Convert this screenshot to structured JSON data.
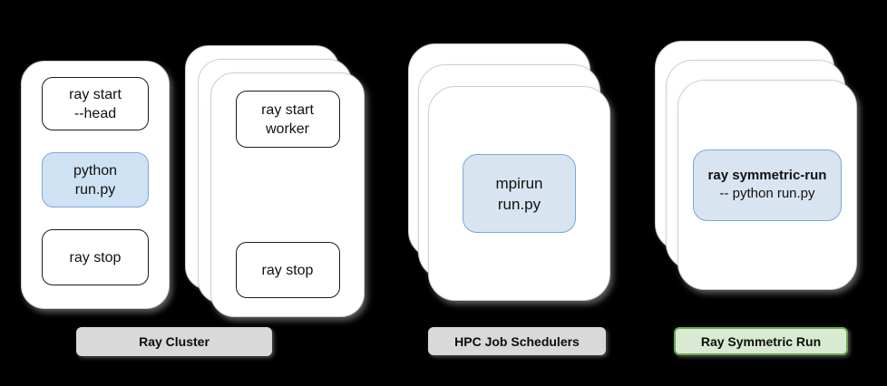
{
  "groups": [
    {
      "name": "head-node-card",
      "boxes": [
        {
          "lines": [
            "ray start",
            "--head"
          ],
          "highlight": false
        },
        {
          "lines": [
            "python",
            "run.py"
          ],
          "highlight": true
        },
        {
          "lines": [
            "ray stop"
          ],
          "highlight": false
        }
      ]
    },
    {
      "name": "worker-nodes-stack",
      "stack_count": 3,
      "boxes": [
        {
          "lines": [
            "ray start",
            "worker"
          ],
          "highlight": false
        },
        {
          "lines": [
            "ray stop"
          ],
          "highlight": false
        }
      ]
    },
    {
      "name": "hpc-job-schedulers-stack",
      "stack_count": 3,
      "boxes": [
        {
          "lines": [
            "mpirun",
            "run.py"
          ],
          "highlight": true
        }
      ]
    },
    {
      "name": "ray-symmetric-run-stack",
      "stack_count": 3,
      "boxes": [
        {
          "lines": [
            "ray symmetric-run",
            "-- python run.py"
          ],
          "highlight": true,
          "bold_first_line": true
        }
      ]
    }
  ],
  "labels": [
    {
      "text": "Ray Cluster",
      "variant": "gray"
    },
    {
      "text": "HPC Job Schedulers",
      "variant": "gray"
    },
    {
      "text": "Ray Symmetric Run",
      "variant": "green"
    }
  ],
  "colors": {
    "background": "#000000",
    "card_fill": "#ffffff",
    "card_border": "#cfcfcf",
    "box_border": "#1b1b1b",
    "highlight_fill": "#cfe2f3",
    "highlight_fill_soft": "#d8e4f0",
    "highlight_border": "#7ea6d8",
    "badge_gray_fill": "#d9d9d9",
    "badge_green_fill": "#d9ead3",
    "badge_green_border": "#6aa84f",
    "text": "#111111"
  }
}
